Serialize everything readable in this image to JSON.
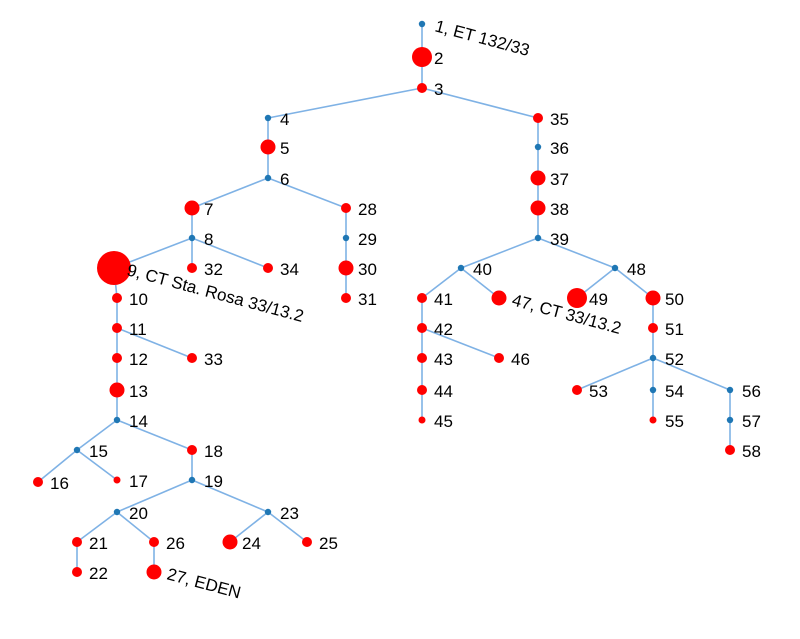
{
  "colors": {
    "edge": "#7fb2e5",
    "junction": "#1f77b4",
    "load": "#ff0000"
  },
  "nodes": [
    {
      "id": 1,
      "label": "1, ET 132/33",
      "kind": "junction"
    },
    {
      "id": 2,
      "label": "2",
      "kind": "load",
      "size": "large"
    },
    {
      "id": 3,
      "label": "3",
      "kind": "load",
      "size": "small"
    },
    {
      "id": 4,
      "label": "4",
      "kind": "junction"
    },
    {
      "id": 5,
      "label": "5",
      "kind": "load",
      "size": "medium"
    },
    {
      "id": 6,
      "label": "6",
      "kind": "junction"
    },
    {
      "id": 7,
      "label": "7",
      "kind": "load",
      "size": "medium"
    },
    {
      "id": 8,
      "label": "8",
      "kind": "junction"
    },
    {
      "id": 9,
      "label": "9, CT Sta. Rosa 33/13.2",
      "kind": "load",
      "size": "xlarge"
    },
    {
      "id": 10,
      "label": "10",
      "kind": "load",
      "size": "small"
    },
    {
      "id": 11,
      "label": "11",
      "kind": "load",
      "size": "small"
    },
    {
      "id": 12,
      "label": "12",
      "kind": "load",
      "size": "small"
    },
    {
      "id": 13,
      "label": "13",
      "kind": "load",
      "size": "medium"
    },
    {
      "id": 14,
      "label": "14",
      "kind": "junction"
    },
    {
      "id": 15,
      "label": "15",
      "kind": "junction"
    },
    {
      "id": 16,
      "label": "16",
      "kind": "load",
      "size": "small"
    },
    {
      "id": 17,
      "label": "17",
      "kind": "load",
      "size": "tiny"
    },
    {
      "id": 18,
      "label": "18",
      "kind": "load",
      "size": "small"
    },
    {
      "id": 19,
      "label": "19",
      "kind": "junction"
    },
    {
      "id": 20,
      "label": "20",
      "kind": "junction"
    },
    {
      "id": 21,
      "label": "21",
      "kind": "load",
      "size": "small"
    },
    {
      "id": 22,
      "label": "22",
      "kind": "load",
      "size": "small"
    },
    {
      "id": 23,
      "label": "23",
      "kind": "junction"
    },
    {
      "id": 24,
      "label": "24",
      "kind": "load",
      "size": "medium"
    },
    {
      "id": 25,
      "label": "25",
      "kind": "load",
      "size": "small"
    },
    {
      "id": 26,
      "label": "26",
      "kind": "load",
      "size": "small"
    },
    {
      "id": 27,
      "label": "27, EDEN",
      "kind": "load",
      "size": "medium"
    },
    {
      "id": 28,
      "label": "28",
      "kind": "load",
      "size": "small"
    },
    {
      "id": 29,
      "label": "29",
      "kind": "junction"
    },
    {
      "id": 30,
      "label": "30",
      "kind": "load",
      "size": "medium"
    },
    {
      "id": 31,
      "label": "31",
      "kind": "load",
      "size": "small"
    },
    {
      "id": 32,
      "label": "32",
      "kind": "load",
      "size": "small"
    },
    {
      "id": 33,
      "label": "33",
      "kind": "load",
      "size": "small"
    },
    {
      "id": 34,
      "label": "34",
      "kind": "load",
      "size": "small"
    },
    {
      "id": 35,
      "label": "35",
      "kind": "load",
      "size": "small"
    },
    {
      "id": 36,
      "label": "36",
      "kind": "junction"
    },
    {
      "id": 37,
      "label": "37",
      "kind": "load",
      "size": "medium"
    },
    {
      "id": 38,
      "label": "38",
      "kind": "load",
      "size": "medium"
    },
    {
      "id": 39,
      "label": "39",
      "kind": "junction"
    },
    {
      "id": 40,
      "label": "40",
      "kind": "junction"
    },
    {
      "id": 41,
      "label": "41",
      "kind": "load",
      "size": "small"
    },
    {
      "id": 42,
      "label": "42",
      "kind": "load",
      "size": "small"
    },
    {
      "id": 43,
      "label": "43",
      "kind": "load",
      "size": "small"
    },
    {
      "id": 44,
      "label": "44",
      "kind": "load",
      "size": "small"
    },
    {
      "id": 45,
      "label": "45",
      "kind": "load",
      "size": "tiny"
    },
    {
      "id": 46,
      "label": "46",
      "kind": "load",
      "size": "small"
    },
    {
      "id": 47,
      "label": "47, CT 33/13.2",
      "kind": "load",
      "size": "medium"
    },
    {
      "id": 48,
      "label": "48",
      "kind": "junction"
    },
    {
      "id": 49,
      "label": "49",
      "kind": "load",
      "size": "large"
    },
    {
      "id": 50,
      "label": "50",
      "kind": "load",
      "size": "medium"
    },
    {
      "id": 51,
      "label": "51",
      "kind": "load",
      "size": "small"
    },
    {
      "id": 52,
      "label": "52",
      "kind": "junction"
    },
    {
      "id": 53,
      "label": "53",
      "kind": "load",
      "size": "small"
    },
    {
      "id": 54,
      "label": "54",
      "kind": "junction"
    },
    {
      "id": 55,
      "label": "55",
      "kind": "load",
      "size": "tiny"
    },
    {
      "id": 56,
      "label": "56",
      "kind": "junction"
    },
    {
      "id": 57,
      "label": "57",
      "kind": "junction"
    },
    {
      "id": 58,
      "label": "58",
      "kind": "load",
      "size": "small"
    }
  ],
  "edges": [
    [
      1,
      2
    ],
    [
      2,
      3
    ],
    [
      3,
      4
    ],
    [
      3,
      35
    ],
    [
      4,
      5
    ],
    [
      5,
      6
    ],
    [
      6,
      7
    ],
    [
      6,
      28
    ],
    [
      7,
      8
    ],
    [
      8,
      9
    ],
    [
      8,
      32
    ],
    [
      8,
      34
    ],
    [
      9,
      10
    ],
    [
      10,
      11
    ],
    [
      11,
      12
    ],
    [
      11,
      33
    ],
    [
      12,
      13
    ],
    [
      13,
      14
    ],
    [
      14,
      15
    ],
    [
      14,
      18
    ],
    [
      15,
      16
    ],
    [
      15,
      17
    ],
    [
      18,
      19
    ],
    [
      19,
      20
    ],
    [
      19,
      23
    ],
    [
      20,
      21
    ],
    [
      20,
      26
    ],
    [
      21,
      22
    ],
    [
      23,
      24
    ],
    [
      23,
      25
    ],
    [
      26,
      27
    ],
    [
      28,
      29
    ],
    [
      29,
      30
    ],
    [
      30,
      31
    ],
    [
      35,
      36
    ],
    [
      36,
      37
    ],
    [
      37,
      38
    ],
    [
      38,
      39
    ],
    [
      39,
      40
    ],
    [
      39,
      48
    ],
    [
      40,
      41
    ],
    [
      40,
      47
    ],
    [
      41,
      42
    ],
    [
      42,
      43
    ],
    [
      42,
      46
    ],
    [
      43,
      44
    ],
    [
      44,
      45
    ],
    [
      48,
      49
    ],
    [
      48,
      50
    ],
    [
      50,
      51
    ],
    [
      51,
      52
    ],
    [
      52,
      53
    ],
    [
      52,
      54
    ],
    [
      52,
      56
    ],
    [
      54,
      55
    ],
    [
      56,
      57
    ],
    [
      57,
      58
    ]
  ]
}
